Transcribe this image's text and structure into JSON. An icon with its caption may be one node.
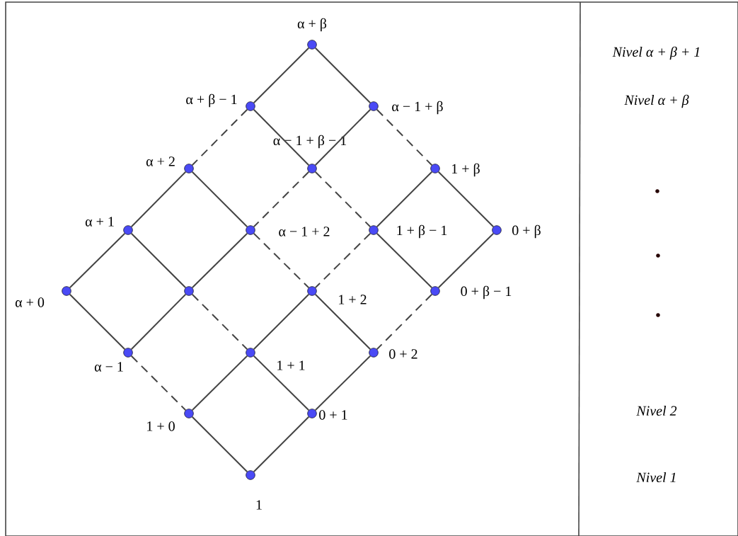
{
  "diagram": {
    "nodes": [
      {
        "text": [],
        "shape": "circle",
        "beside": [
          "α + β"
        ]
      },
      {
        "text": [],
        "shape": "circle",
        "beside": [
          "α + β − 1"
        ]
      },
      {
        "text": [],
        "shape": "circle",
        "beside": [
          "α − 1 + β"
        ]
      },
      {
        "text": [],
        "shape": "circle",
        "beside": [
          "α + 2"
        ]
      },
      {
        "text": [],
        "shape": "circle",
        "beside": [
          "α − 1 + β − 1"
        ]
      },
      {
        "text": [],
        "shape": "circle",
        "beside": [
          "1 + β"
        ]
      },
      {
        "text": [],
        "shape": "circle",
        "beside": [
          "α + 1"
        ]
      },
      {
        "text": [],
        "shape": "circle",
        "beside": [
          "α − 1 + 2"
        ]
      },
      {
        "text": [],
        "shape": "circle",
        "beside": [
          "1 + β − 1"
        ]
      },
      {
        "text": [],
        "shape": "circle",
        "beside": [
          "0 + β"
        ]
      },
      {
        "text": [],
        "shape": "circle",
        "beside": [
          "α + 0"
        ]
      },
      {
        "text": [],
        "shape": "circle"
      },
      {
        "text": [],
        "shape": "circle",
        "beside": [
          "1 + 2"
        ]
      },
      {
        "text": [],
        "shape": "circle",
        "beside": [
          "0 + β − 1"
        ]
      },
      {
        "text": [],
        "shape": "circle",
        "beside": [
          "α − 1"
        ]
      },
      {
        "text": [],
        "shape": "circle",
        "beside": [
          "1 + 1"
        ]
      },
      {
        "text": [],
        "shape": "circle",
        "beside": [
          "0 + 2"
        ]
      },
      {
        "text": [],
        "shape": "circle",
        "beside": [
          "1 + 0"
        ]
      },
      {
        "text": [],
        "shape": "circle",
        "beside": [
          "0 + 1"
        ]
      },
      {
        "text": [],
        "shape": "circle",
        "beside": [
          "1"
        ]
      }
    ],
    "edges": [
      {
        "from": 0,
        "to": 1,
        "arrow": "none"
      },
      {
        "from": 0,
        "to": 2,
        "arrow": "none"
      },
      {
        "from": 1,
        "to": 4,
        "arrow": "none"
      },
      {
        "from": 2,
        "to": 4,
        "arrow": "none"
      },
      {
        "from": 1,
        "to": 3,
        "arrow": "none",
        "style": "dashed"
      },
      {
        "from": 2,
        "to": 5,
        "arrow": "none",
        "style": "dashed"
      },
      {
        "from": 4,
        "to": 7,
        "arrow": "none",
        "style": "dashed"
      },
      {
        "from": 4,
        "to": 8,
        "arrow": "none",
        "style": "dashed"
      },
      {
        "from": 3,
        "to": 6,
        "arrow": "none"
      },
      {
        "from": 3,
        "to": 7,
        "arrow": "none"
      },
      {
        "from": 5,
        "to": 8,
        "arrow": "none"
      },
      {
        "from": 5,
        "to": 9,
        "arrow": "none"
      },
      {
        "from": 6,
        "to": 10,
        "arrow": "none"
      },
      {
        "from": 6,
        "to": 11,
        "arrow": "none"
      },
      {
        "from": 7,
        "to": 11,
        "arrow": "none"
      },
      {
        "from": 7,
        "to": 12,
        "arrow": "none",
        "style": "dashed"
      },
      {
        "from": 8,
        "to": 12,
        "arrow": "none",
        "style": "dashed"
      },
      {
        "from": 8,
        "to": 13,
        "arrow": "none"
      },
      {
        "from": 9,
        "to": 13,
        "arrow": "none"
      },
      {
        "from": 10,
        "to": 14,
        "arrow": "none"
      },
      {
        "from": 11,
        "to": 14,
        "arrow": "none"
      },
      {
        "from": 11,
        "to": 15,
        "arrow": "none",
        "style": "dashed"
      },
      {
        "from": 12,
        "to": 15,
        "arrow": "none"
      },
      {
        "from": 12,
        "to": 16,
        "arrow": "none"
      },
      {
        "from": 13,
        "to": 16,
        "arrow": "none",
        "style": "dashed"
      },
      {
        "from": 14,
        "to": 17,
        "arrow": "none",
        "style": "dashed"
      },
      {
        "from": 15,
        "to": 17,
        "arrow": "none"
      },
      {
        "from": 15,
        "to": 18,
        "arrow": "none"
      },
      {
        "from": 16,
        "to": 18,
        "arrow": "none"
      },
      {
        "from": 17,
        "to": 19,
        "arrow": "none"
      },
      {
        "from": 18,
        "to": 19,
        "arrow": "none"
      }
    ],
    "labels": [
      "Nivel α + β + 1",
      "Nivel α + β",
      "Nivel 2",
      "Nivel 1"
    ]
  }
}
